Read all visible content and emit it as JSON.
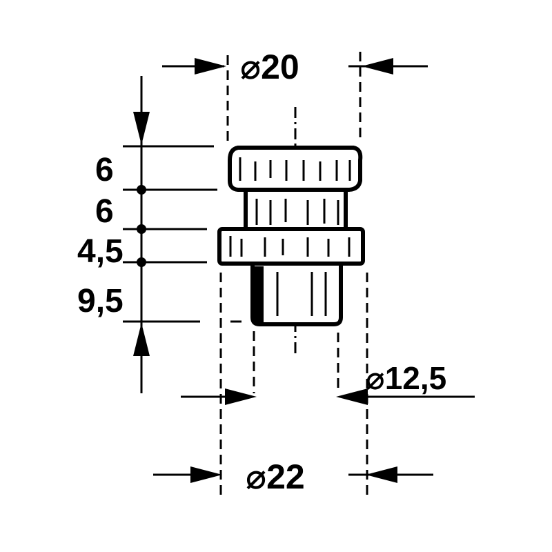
{
  "diameters": {
    "top": "⌀20",
    "bottom": "⌀22",
    "right": "⌀12,5"
  },
  "heights": [
    "6",
    "6",
    "4,5",
    "9,5"
  ]
}
